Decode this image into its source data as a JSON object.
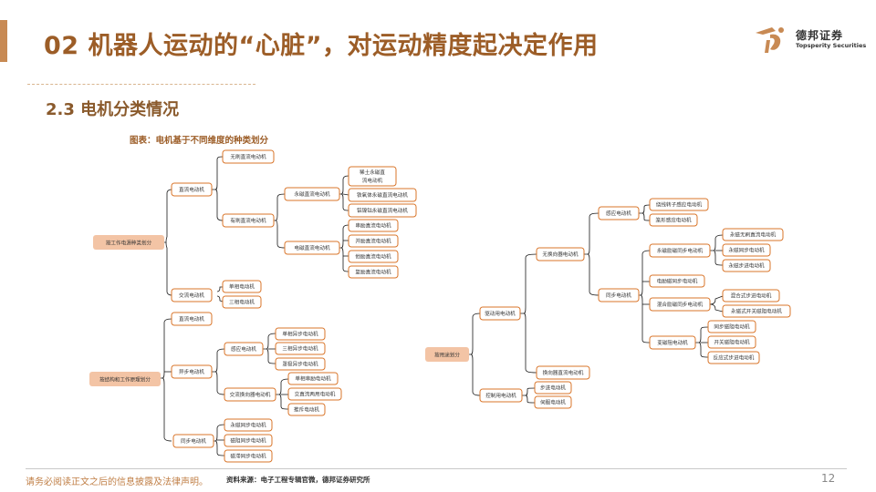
{
  "header": {
    "title": "02 机器人运动的“心脏”，对运动精度起决定作用",
    "logo_cn": "德邦证券",
    "logo_en": "Topsperity Securities",
    "logo_icon": "topsperity-logo-icon"
  },
  "section_title": "2.3 电机分类情况",
  "figure_caption": "图表：电机基于不同维度的种类划分",
  "colors": {
    "accent": "#c88a54",
    "title": "#9c5d27",
    "node_border": "#d9752a",
    "root_fill": "#f3c4a5"
  },
  "diagram": {
    "roots": [
      "按工作电源种类划分",
      "按结构和工作原理划分",
      "按用途划分"
    ],
    "nodes": {
      "dc": "直流电动机",
      "brushless_dc": "无刷直流电动机",
      "brushed_dc": "有刷直流电动机",
      "pm_dc": "永磁直流电动机",
      "rare_earth_pm": [
        "稀土永磁直",
        "流电动机"
      ],
      "ferrite_pm": "铁氧体永磁直流电动机",
      "alnico_pm": "铝镍钴永磁直流电动机",
      "em_dc": "电磁直流电动机",
      "series_dc": "串励直流电动机",
      "shunt_dc": "并励直流电动机",
      "separate_dc": "他励直流电动机",
      "compound_dc": "复励直流电动机",
      "ac": "交流电动机",
      "single_phase": "单相电动机",
      "three_phase": "三相电动机",
      "dc2": "直流电动机",
      "async": "异步电动机",
      "induction": "感应电动机",
      "single_phase_async": "单相异步电动机",
      "three_phase_async": "三相异步电动机",
      "shaded_pole_async": "罩极异步电动机",
      "ac_commutator": "交流换向器电动机",
      "single_phase_series": "单相串励电动机",
      "ac_dc_dual": "交直流两用电动机",
      "repulsion": "推斥电动机",
      "sync": "同步电动机",
      "pm_sync": "永磁同步电动机",
      "reluctance_sync": "磁阻同步电动机",
      "hysteresis_sync": "磁滞同步电动机",
      "drive": "驱动用电动机",
      "brushless_motor": "无换向器电动机",
      "induction2": "感应电动机",
      "wound_induction": "绕线转子感应电动机",
      "squirrel_induction": "笼形感应电动机",
      "sync2": "同步电动机",
      "pm_excited_sync": "永磁励磁同步电动机",
      "pm_brushless": "永磁无刷直流电动机",
      "pm_sync2": "永磁同步电动机",
      "pm_stepper": "永磁步进电动机",
      "em_excited_sync": "电励磁同步电动机",
      "hybrid_excited_sync": "混合励磁同步电动机",
      "hybrid_stepper": "混合式步进电动机",
      "pm_switched_reluctance": "永磁式开关磁阻电动机",
      "reluctance": "变磁阻电动机",
      "reluctance_sync2": "同步磁阻电动机",
      "switched_reluctance": "开关磁阻电动机",
      "reactive_stepper": "反应式步进电动机",
      "control": "控制用电动机",
      "commutator_dc": "换向器直流电动机",
      "stepper": "步进电动机",
      "switching": "伺服电动机"
    }
  },
  "footer": {
    "disclaimer": "请务必阅读正文之后的信息披露及法律声明。",
    "source": "资料来源：电子工程专辑官微，德邦证券研究所",
    "page": "12"
  }
}
